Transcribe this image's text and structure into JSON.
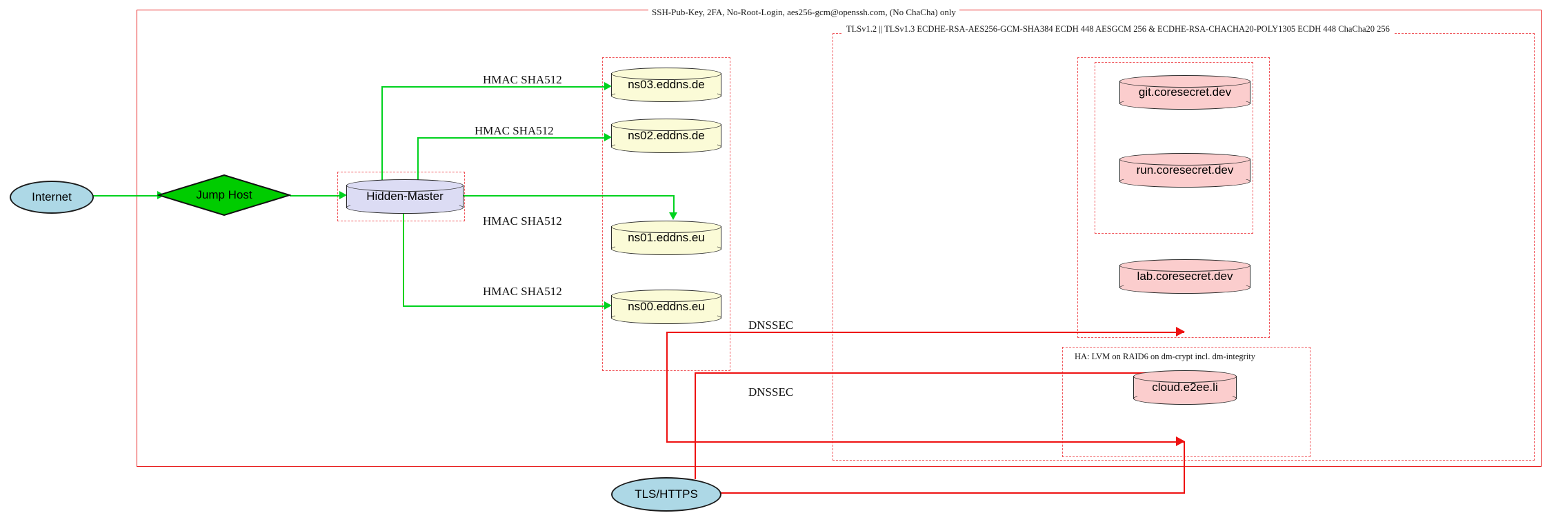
{
  "diagram": {
    "title_note": "SSH-Pub-Key, 2FA, No-Root-Login, aes256-gcm@openssh.com, (No ChaCha) only",
    "tls_note": "TLSv1.2 || TLSv1.3 ECDHE-RSA-AES256-GCM-SHA384 ECDH 448 AESGCM 256 & ECDHE-RSA-CHACHA20-POLY1305 ECDH 448 ChaCha20 256",
    "ha_note": "HA: LVM on RAID6 on dm-crypt incl. dm-integrity"
  },
  "nodes": {
    "internet": "Internet",
    "jump_host": "Jump Host",
    "hidden_master": "Hidden-Master",
    "ns03": "ns03.eddns.de",
    "ns02": "ns02.eddns.de",
    "ns01": "ns01.eddns.eu",
    "ns00": "ns00.eddns.eu",
    "git": "git.coresecret.dev",
    "run": "run.coresecret.dev",
    "lab": "lab.coresecret.dev",
    "cloud": "cloud.e2ee.li",
    "tls_https": "TLS/HTTPS"
  },
  "edges": {
    "hmac_ns03": "HMAC SHA512",
    "hmac_ns02": "HMAC SHA512",
    "hmac_ns01": "HMAC SHA512",
    "hmac_ns00": "HMAC SHA512",
    "dnssec_upper": "DNSSEC",
    "dnssec_lower": "DNSSEC"
  },
  "colors": {
    "green_edge": "#00d21e",
    "red_edge": "#ee1111",
    "cluster_solid": "#e81e1e",
    "cluster_dashed": "#f0575c",
    "db_yellow": "#fbfbd7",
    "db_pink": "#fbcdcd",
    "db_lavender": "#dcdcf4",
    "ellipse_blue": "#add8e6",
    "diamond_green": "#00cc00"
  }
}
